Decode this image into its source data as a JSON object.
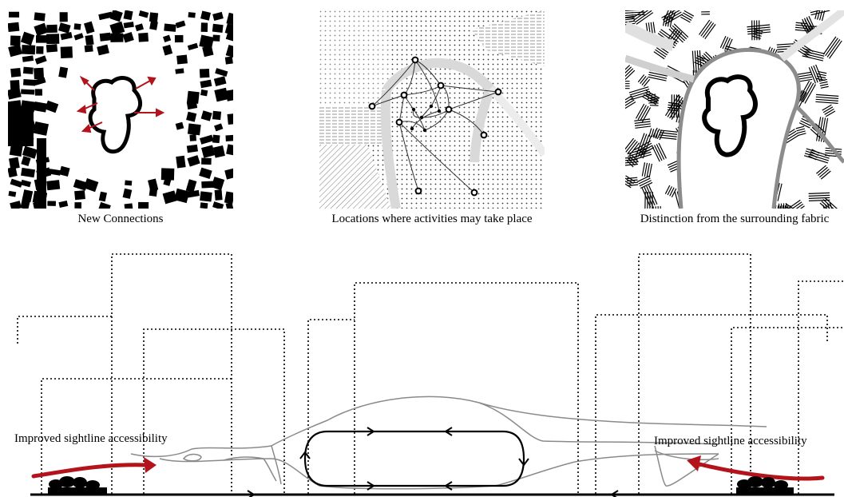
{
  "captions": {
    "new_connections": "New Connections",
    "activity_locations": "Locations where activities may take place",
    "distinction": "Distinction from the surrounding fabric"
  },
  "section": {
    "label_left": "Improved sightline accessibility",
    "label_right": "Improved sightline accessibility"
  },
  "colors": {
    "accent_red": "#b3141c",
    "ink": "#000000",
    "route_gray": "#8a8a8a",
    "road_gray": "#d9d9d9"
  }
}
